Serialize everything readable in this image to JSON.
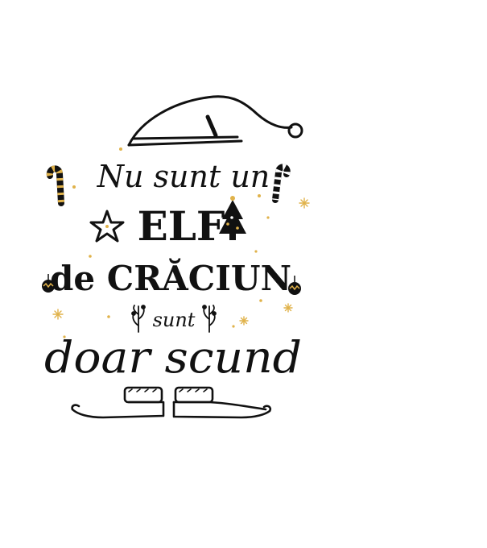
{
  "design": {
    "line1": "Nu sunt un",
    "line2": "ELF",
    "line3": "de CRĂCIUN",
    "line4": "sunt",
    "line5": "doar scund"
  },
  "colors": {
    "ink": "#111111",
    "gold": "#e0b24a",
    "background": "#ffffff"
  },
  "decorations": {
    "icons": [
      "elf-hat-icon",
      "candy-cane-icon",
      "star-icon",
      "christmas-tree-icon",
      "ornament-icon",
      "snowflake-icon",
      "sprig-icon",
      "elf-shoes-icon"
    ]
  }
}
